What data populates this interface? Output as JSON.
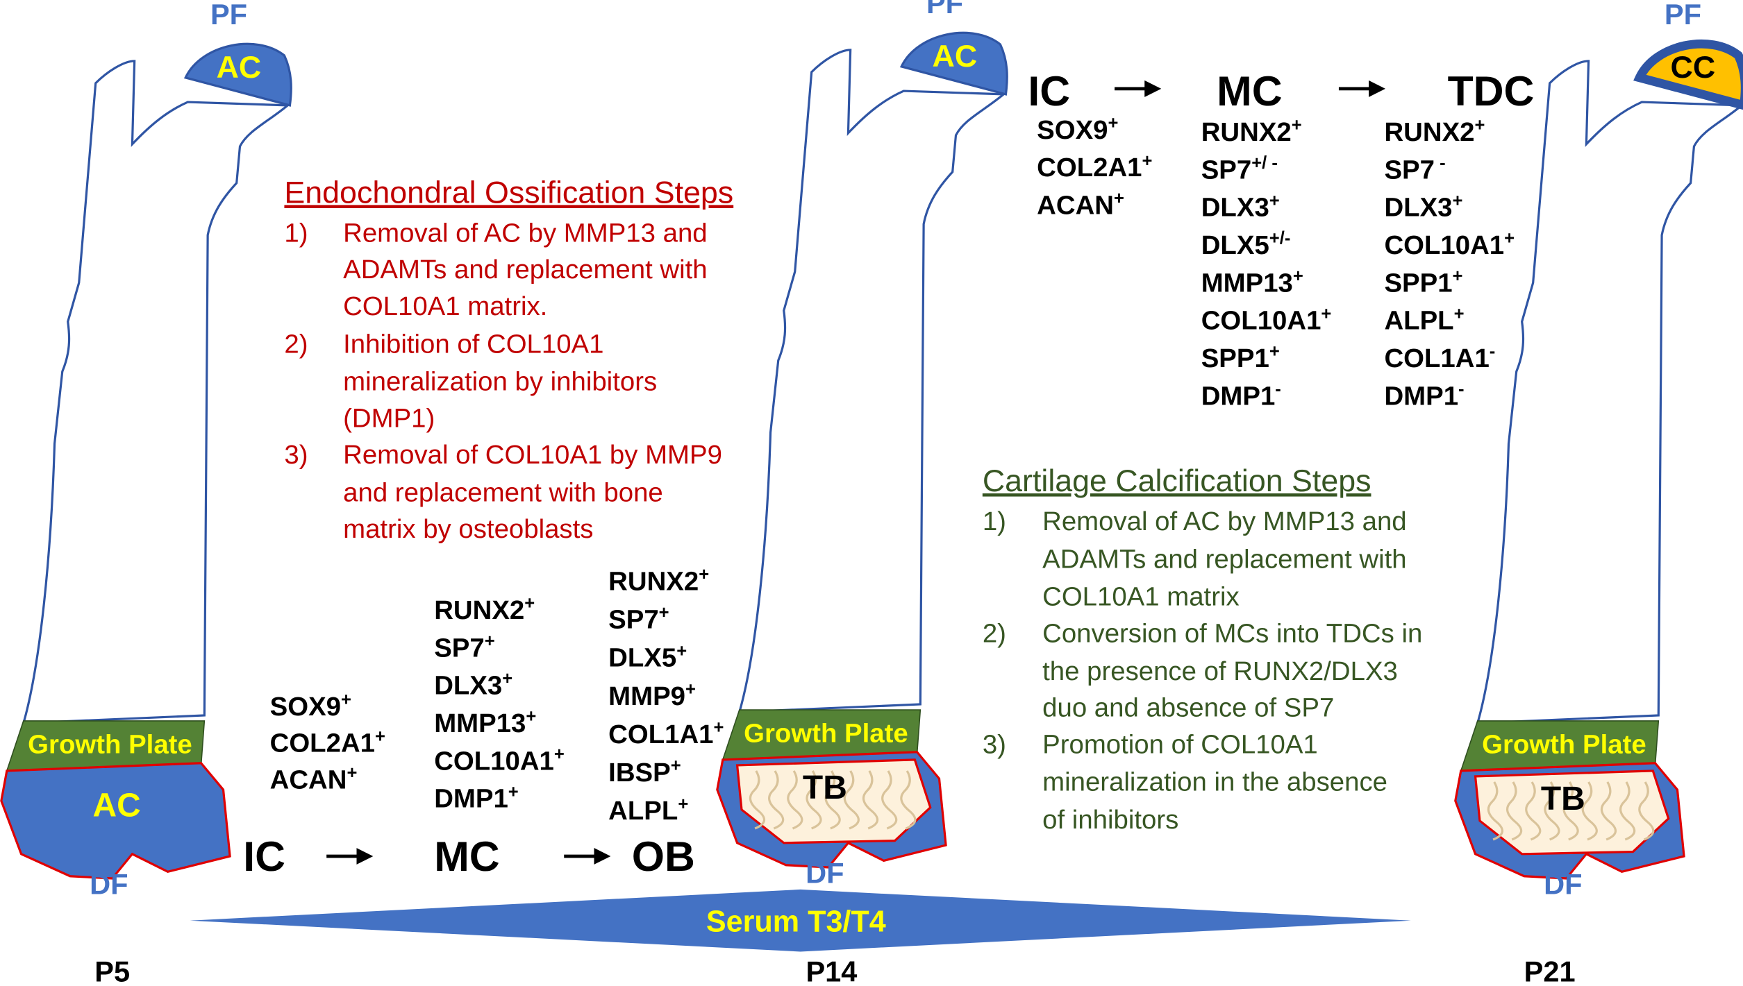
{
  "colors": {
    "bone_blue": "#4472c4",
    "growth_green": "#548235",
    "label_yellow": "#ffff00",
    "ossification_red": "#c00000",
    "calcification_green": "#375623",
    "cc_orange": "#ffc000",
    "tb_cream": "#fdf1dc",
    "outline_red": "#e00000"
  },
  "bones": [
    {
      "stage": "P5",
      "top_label": "PF",
      "cap_label": "AC",
      "growth_plate": "Growth Plate",
      "bottom_label": "AC",
      "distal_label": "DF"
    },
    {
      "stage": "P14",
      "top_label": "PF",
      "cap_label": "AC",
      "growth_plate": "Growth Plate",
      "bottom_label": "TB",
      "distal_label": "DF"
    },
    {
      "stage": "P21",
      "top_label": "PF",
      "cap_label": "CC",
      "growth_plate": "Growth Plate",
      "bottom_label": "TB",
      "distal_label": "DF"
    }
  ],
  "serum_label": "Serum T3/T4",
  "ossification": {
    "title": "Endochondral Ossification Steps",
    "steps": [
      {
        "num": "1)",
        "lines": [
          "Removal of AC by MMP13 and",
          "ADAMTs and replacement with",
          "COL10A1 matrix."
        ]
      },
      {
        "num": "2)",
        "lines": [
          "Inhibition of COL10A1",
          "mineralization by inhibitors",
          "(DMP1)"
        ]
      },
      {
        "num": "3)",
        "lines": [
          "Removal of COL10A1 by MMP9",
          "and replacement with bone",
          "matrix by osteoblasts"
        ]
      }
    ],
    "cells": [
      "IC",
      "MC",
      "OB"
    ],
    "markers": {
      "IC": [
        {
          "g": "SOX9",
          "s": "+"
        },
        {
          "g": "COL2A1",
          "s": "+"
        },
        {
          "g": "ACAN",
          "s": "+"
        }
      ],
      "MC": [
        {
          "g": "RUNX2",
          "s": "+"
        },
        {
          "g": "SP7",
          "s": "+"
        },
        {
          "g": "DLX3",
          "s": "+"
        },
        {
          "g": "MMP13",
          "s": "+"
        },
        {
          "g": "COL10A1",
          "s": "+"
        },
        {
          "g": "DMP1",
          "s": "+"
        }
      ],
      "OB": [
        {
          "g": "RUNX2",
          "s": "+"
        },
        {
          "g": "SP7",
          "s": "+"
        },
        {
          "g": "DLX5",
          "s": "+"
        },
        {
          "g": "MMP9",
          "s": "+"
        },
        {
          "g": "COL1A1",
          "s": "+"
        },
        {
          "g": "IBSP",
          "s": "+"
        },
        {
          "g": "ALPL",
          "s": "+"
        }
      ]
    }
  },
  "calcification": {
    "title": "Cartilage Calcification Steps",
    "steps": [
      {
        "num": "1)",
        "lines": [
          "Removal of AC by MMP13 and",
          "ADAMTs and replacement with",
          "COL10A1 matrix"
        ]
      },
      {
        "num": "2)",
        "lines": [
          "Conversion of MCs into TDCs in",
          "the presence of RUNX2/DLX3",
          "duo and absence of SP7"
        ]
      },
      {
        "num": "3)",
        "lines": [
          "Promotion of COL10A1",
          "mineralization in the absence",
          "of inhibitors"
        ]
      }
    ],
    "cells": [
      "IC",
      "MC",
      "TDC"
    ],
    "markers": {
      "IC": [
        {
          "g": "SOX9",
          "s": "+"
        },
        {
          "g": "COL2A1",
          "s": "+"
        },
        {
          "g": "ACAN",
          "s": "+"
        }
      ],
      "MC": [
        {
          "g": "RUNX2",
          "s": "+"
        },
        {
          "g": "SP7",
          "s": "+/ -"
        },
        {
          "g": "DLX3",
          "s": "+"
        },
        {
          "g": "DLX5",
          "s": "+/-"
        },
        {
          "g": "MMP13",
          "s": "+"
        },
        {
          "g": "COL10A1",
          "s": "+"
        },
        {
          "g": "SPP1",
          "s": "+"
        },
        {
          "g": "DMP1",
          "s": "-"
        }
      ],
      "TDC": [
        {
          "g": "RUNX2",
          "s": "+"
        },
        {
          "g": "SP7",
          "s": " -"
        },
        {
          "g": "DLX3",
          "s": "+"
        },
        {
          "g": "COL10A1",
          "s": "+"
        },
        {
          "g": "SPP1",
          "s": "+"
        },
        {
          "g": "ALPL",
          "s": "+"
        },
        {
          "g": "COL1A1",
          "s": "-"
        },
        {
          "g": "DMP1",
          "s": "-"
        }
      ]
    }
  }
}
